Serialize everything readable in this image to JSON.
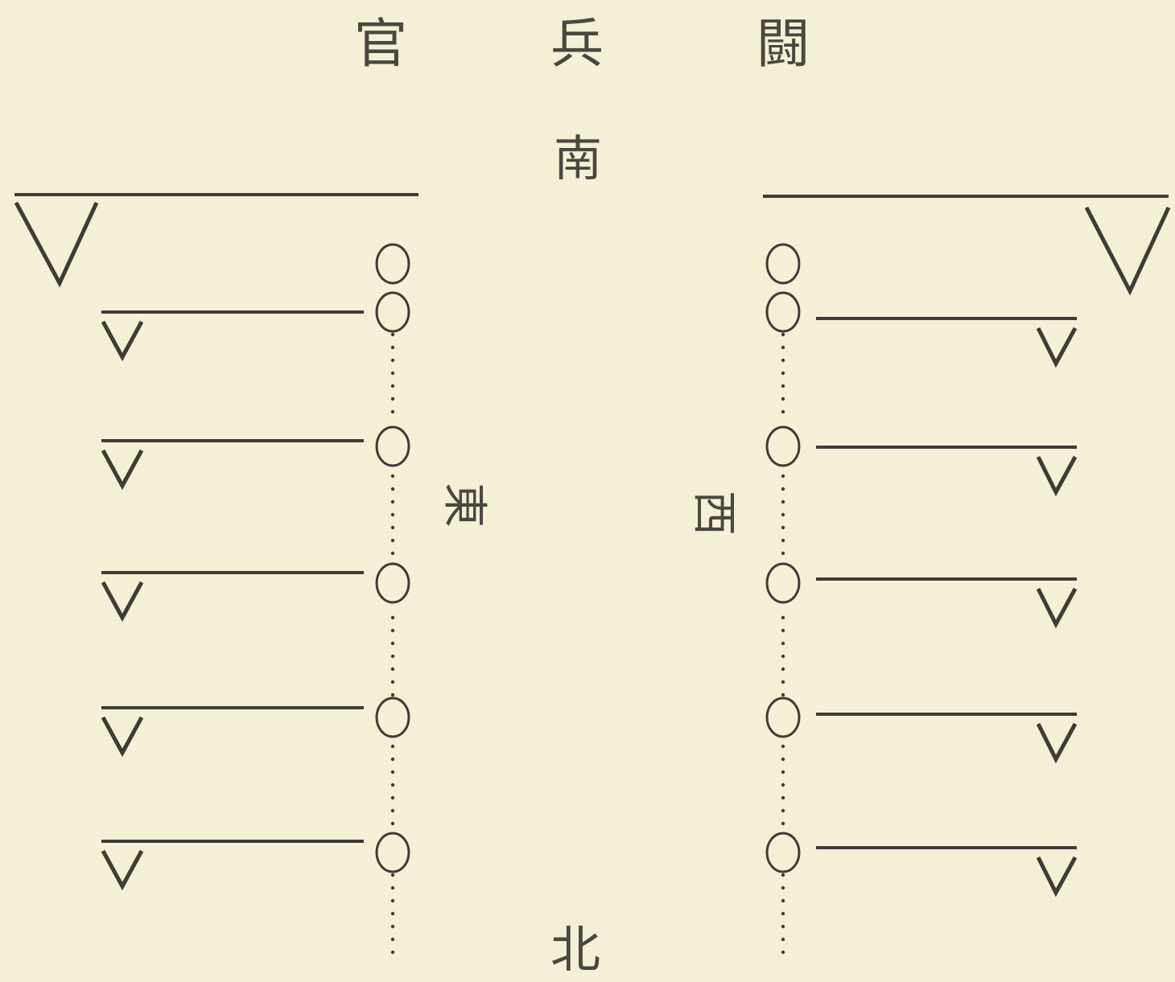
{
  "title": {
    "chars": [
      "官",
      "兵",
      "闘"
    ]
  },
  "directions": {
    "south": "南",
    "east": "東",
    "west": "西",
    "north": "北"
  },
  "ink_color": "#3f3c36",
  "paper_color": "#f4f0d6",
  "left_formation": {
    "commander_count": 1,
    "soldier_rows": 5,
    "column_circles": 6
  },
  "right_formation": {
    "commander_count": 1,
    "soldier_rows": 5,
    "column_circles": 6
  }
}
